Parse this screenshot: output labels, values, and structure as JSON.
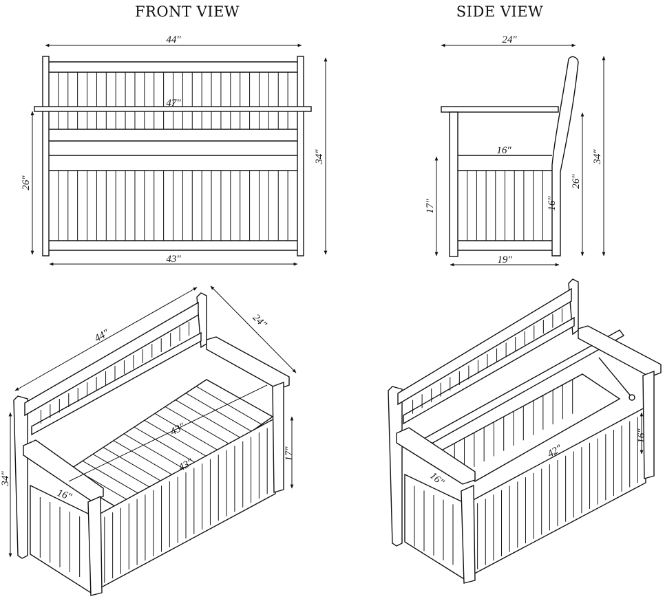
{
  "titles": {
    "front": "FRONT VIEW",
    "side": "SIDE VIEW"
  },
  "front_dims": {
    "width_top": "44″",
    "width_arm": "47″",
    "width_seat": "43″",
    "height_left": "26″",
    "height_right": "34″"
  },
  "side_dims": {
    "depth_top": "24″",
    "seat_depth": "16″",
    "depth_bottom": "19″",
    "seat_height": "17″",
    "box_height": "16″",
    "arm_height": "26″",
    "total_height": "34″"
  },
  "iso_left_dims": {
    "length": "44″",
    "depth": "24″",
    "seat_length": "43″",
    "seat_depth": "16″",
    "seat_height": "17″",
    "total_height": "34″",
    "lid_length": "43″"
  },
  "iso_right_dims": {
    "inner_length": "42″",
    "inner_depth": "16″",
    "box_height": "16″"
  }
}
